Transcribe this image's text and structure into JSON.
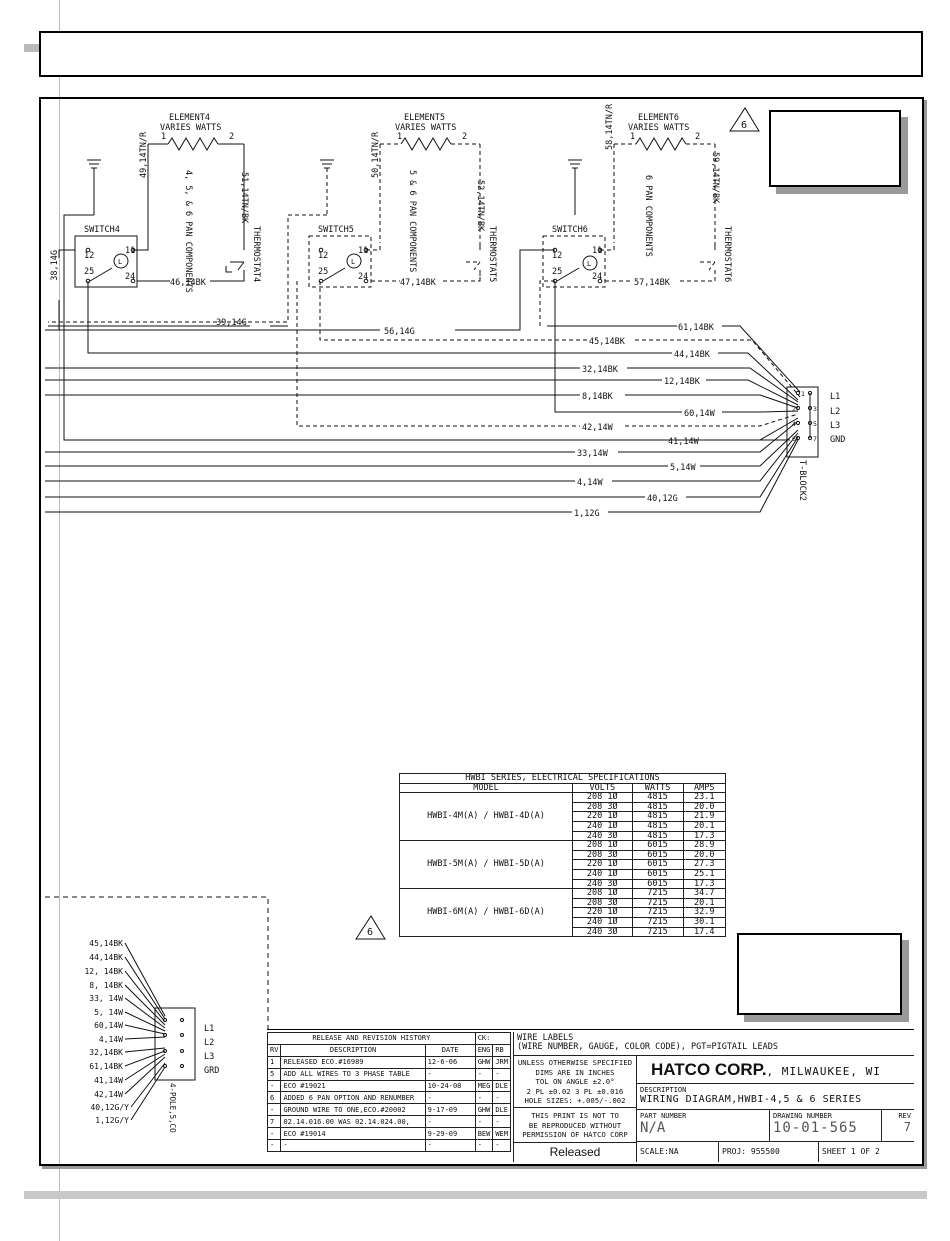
{
  "elements": [
    {
      "name": "ELEMENT4",
      "watts": "VARIES WATTS"
    },
    {
      "name": "ELEMENT5",
      "watts": "VARIES WATTS"
    },
    {
      "name": "ELEMENT6",
      "watts": "VARIES WATTS"
    }
  ],
  "pin1": "1",
  "pin2": "2",
  "switches": [
    "SWITCH4",
    "SWITCH5",
    "SWITCH6"
  ],
  "switch_pins": {
    "p12": "12",
    "p11": "11",
    "p25": "25",
    "p24": "24",
    "lamp": "L"
  },
  "thermostats": [
    "THERMOSTAT4",
    "THERMOSTAT5",
    "THERMOSTAT6"
  ],
  "pan_notes": [
    "4, 5, & 6 PAN COMPONENTS",
    "5 & 6 PAN COMPONENTS",
    "6 PAN COMPONENTS"
  ],
  "wires": {
    "w49": "49,14TN/R",
    "w51": "51,14TN/BK",
    "w50": "50,14TN/R",
    "w52": "52,14TN/BK",
    "w58": "58,14TN/R",
    "w59": "59,14TN/BK",
    "w38": "38,14G",
    "w46": "46,14BK",
    "w47": "47,14BK",
    "w57": "57,14BK",
    "w39": "39,14G",
    "w56": "56,14G",
    "w61": "61,14BK",
    "w45": "45,14BK",
    "w44": "44,14BK",
    "w32": "32,14BK",
    "w12": "12,14BK",
    "w8": "8,14BK",
    "w60": "60,14W",
    "w42": "42,14W",
    "w41": "41,14W",
    "w33": "33,14W",
    "w5": "5,14W",
    "w4": "4,14W",
    "w40": "40,12G",
    "w1": "1,12G"
  },
  "tblock": {
    "name": "T-BLOCK2",
    "pins": [
      "1",
      "2",
      "3",
      "4",
      "5",
      "6",
      "7"
    ],
    "labels": [
      "L1",
      "L2",
      "L3",
      "GND"
    ]
  },
  "revision_marker": "6",
  "inset": {
    "wires": [
      "45,14BK",
      "44,14BK",
      "12, 14BK",
      "8, 14BK",
      "33, 14W",
      "5, 14W",
      "60,14W",
      "4,14W",
      "32,14BK",
      "61,14BK",
      "41,14W",
      "42,14W",
      "40,12G/Y",
      "1,12G/Y"
    ],
    "block": "4-POLE,5,CO",
    "labels": [
      "L1",
      "L2",
      "L3",
      "GRD"
    ]
  },
  "spec_table": {
    "title": "HWBI SERIES, ELECTRICAL SPECIFICATIONS",
    "headers": [
      "MODEL",
      "VOLTS",
      "WATTS",
      "AMPS"
    ],
    "groups": [
      {
        "model": "HWBI-4M(A) / HWBI-4D(A)",
        "rows": [
          [
            "208 1Ø",
            "4815",
            "23.1"
          ],
          [
            "208 3Ø",
            "4815",
            "20.0"
          ],
          [
            "220 1Ø",
            "4815",
            "21.9"
          ],
          [
            "240 1Ø",
            "4815",
            "20.1"
          ],
          [
            "240 3Ø",
            "4815",
            "17.3"
          ]
        ]
      },
      {
        "model": "HWBI-5M(A) / HWBI-5D(A)",
        "rows": [
          [
            "208 1Ø",
            "6015",
            "28.9"
          ],
          [
            "208 3Ø",
            "6015",
            "20.0"
          ],
          [
            "220 1Ø",
            "6015",
            "27.3"
          ],
          [
            "240 1Ø",
            "6015",
            "25.1"
          ],
          [
            "240 3Ø",
            "6015",
            "17.3"
          ]
        ]
      },
      {
        "model": "HWBI-6M(A) / HWBI-6D(A)",
        "rows": [
          [
            "208 1Ø",
            "7215",
            "34.7"
          ],
          [
            "208 3Ø",
            "7215",
            "20.1"
          ],
          [
            "220 1Ø",
            "7215",
            "32.9"
          ],
          [
            "240 1Ø",
            "7215",
            "30.1"
          ],
          [
            "240 3Ø",
            "7215",
            "17.4"
          ]
        ]
      }
    ]
  },
  "title_block": {
    "history_title": "RELEASE AND REVISION HISTORY",
    "ck": "CK:",
    "history_headers": [
      "RV",
      "DESCRIPTION",
      "DATE",
      "ENG",
      "RB"
    ],
    "history_rows": [
      [
        "1",
        "RELEASED ECO.#16989",
        "12-6-06",
        "GHW",
        "JRM"
      ],
      [
        "5",
        "ADD ALL WIRES TO 3 PHASE TABLE",
        "-",
        "-",
        "-"
      ],
      [
        "-",
        "ECO #19021",
        "10-24-08",
        "MEG",
        "DLE"
      ],
      [
        "6",
        "ADDED 6 PAN OPTION AND RENUMBER",
        "-",
        "-",
        "-"
      ],
      [
        "-",
        "GROUND WIRE TO ONE,ECO.#20002",
        "9-17-09",
        "GHW",
        "DLE"
      ],
      [
        "7",
        "02.14.016.00 WAS 02.14.024.00,",
        "-",
        "-",
        "-"
      ],
      [
        "-",
        "ECO #19014",
        "9-29-09",
        "BEW",
        "WEM"
      ],
      [
        "-",
        "-",
        "-",
        "-",
        "-"
      ]
    ],
    "wire_labels": "WIRE LABELS",
    "wire_labels_desc": "(WIRE NUMBER, GAUGE, COLOR CODE), PGT=PIGTAIL LEADS",
    "tol_lines": [
      "UNLESS OTHERWISE SPECIFIED",
      "DIMS ARE IN INCHES",
      "TOL ON ANGLE ±2.0°",
      "2 PL ±0.02  3 PL ±0.016",
      "HOLE SIZES: +.005/-.002"
    ],
    "print_lines": [
      "THIS PRINT IS NOT TO",
      "BE REPRODUCED WITHOUT",
      "PERMISSION OF HATCO CORP"
    ],
    "released": "Released",
    "company": "HATCO CORP.",
    "city": ", MILWAUKEE, WI",
    "desc_label": "DESCRIPTION",
    "description": "WIRING DIAGRAM,HWBI-4,5 & 6 SERIES",
    "part_label": "PART NUMBER",
    "part_number": "N/A",
    "drawing_label": "DRAWING NUMBER",
    "drawing_number": "10-01-565",
    "rev_label": "REV",
    "rev": "7",
    "scale": "SCALE:NA",
    "proj": "PROJ: 955500",
    "sheet": "SHEET 1 OF 2"
  }
}
